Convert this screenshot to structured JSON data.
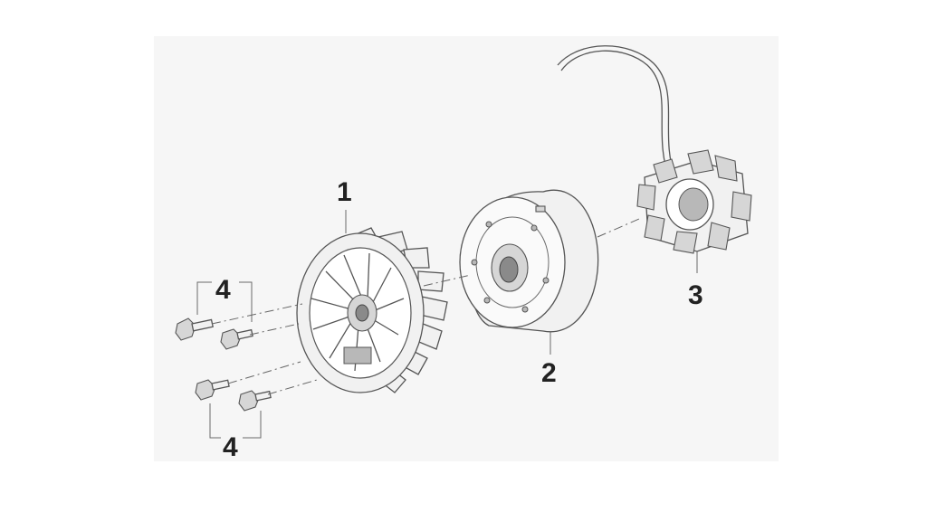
{
  "diagram": {
    "callouts": {
      "fan": "1",
      "flywheel": "2",
      "stator": "3",
      "bolts_top": "4",
      "bolts_bottom": "4"
    }
  }
}
